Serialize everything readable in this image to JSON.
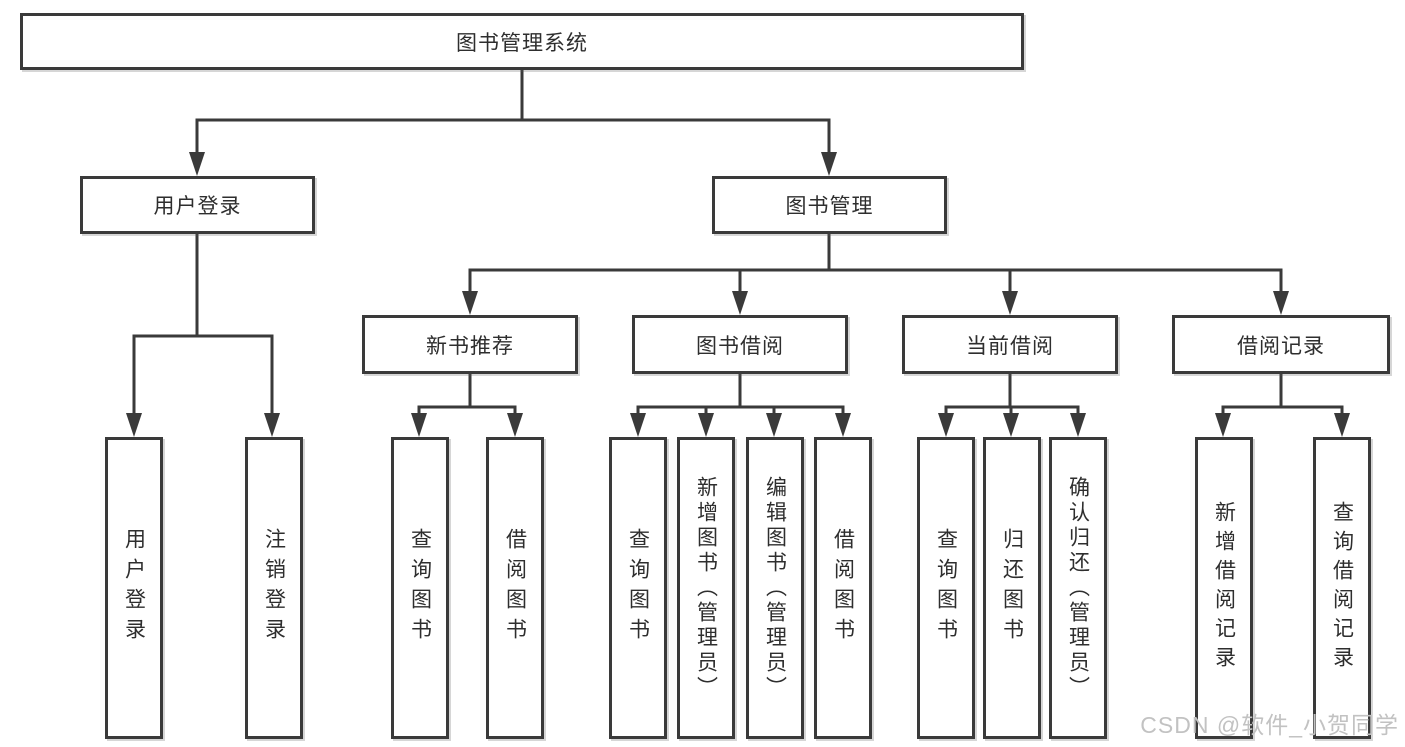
{
  "diagram": {
    "root": {
      "label": "图书管理系统"
    },
    "branches": [
      {
        "label": "用户登录",
        "children": [
          {
            "label": "用户登录"
          },
          {
            "label": "注销登录"
          }
        ]
      },
      {
        "label": "图书管理",
        "children": [
          {
            "label": "新书推荐",
            "children": [
              {
                "label": "查询图书"
              },
              {
                "label": "借阅图书"
              }
            ]
          },
          {
            "label": "图书借阅",
            "children": [
              {
                "label": "查询图书"
              },
              {
                "label": "新增图书（管理员）"
              },
              {
                "label": "编辑图书（管理员）"
              },
              {
                "label": "借阅图书"
              }
            ]
          },
          {
            "label": "当前借阅",
            "children": [
              {
                "label": "查询图书"
              },
              {
                "label": "归还图书"
              },
              {
                "label": "确认归还（管理员）"
              }
            ]
          },
          {
            "label": "借阅记录",
            "children": [
              {
                "label": "新增借阅记录"
              },
              {
                "label": "查询借阅记录"
              }
            ]
          }
        ]
      }
    ]
  },
  "watermark": {
    "text": "CSDN @软件_小贺同学"
  },
  "colors": {
    "line": "#3a3a3a",
    "border": "#3a3a3a",
    "text": "#2e2e2e",
    "background": "#ffffff",
    "watermark": "#c2c2c2"
  }
}
